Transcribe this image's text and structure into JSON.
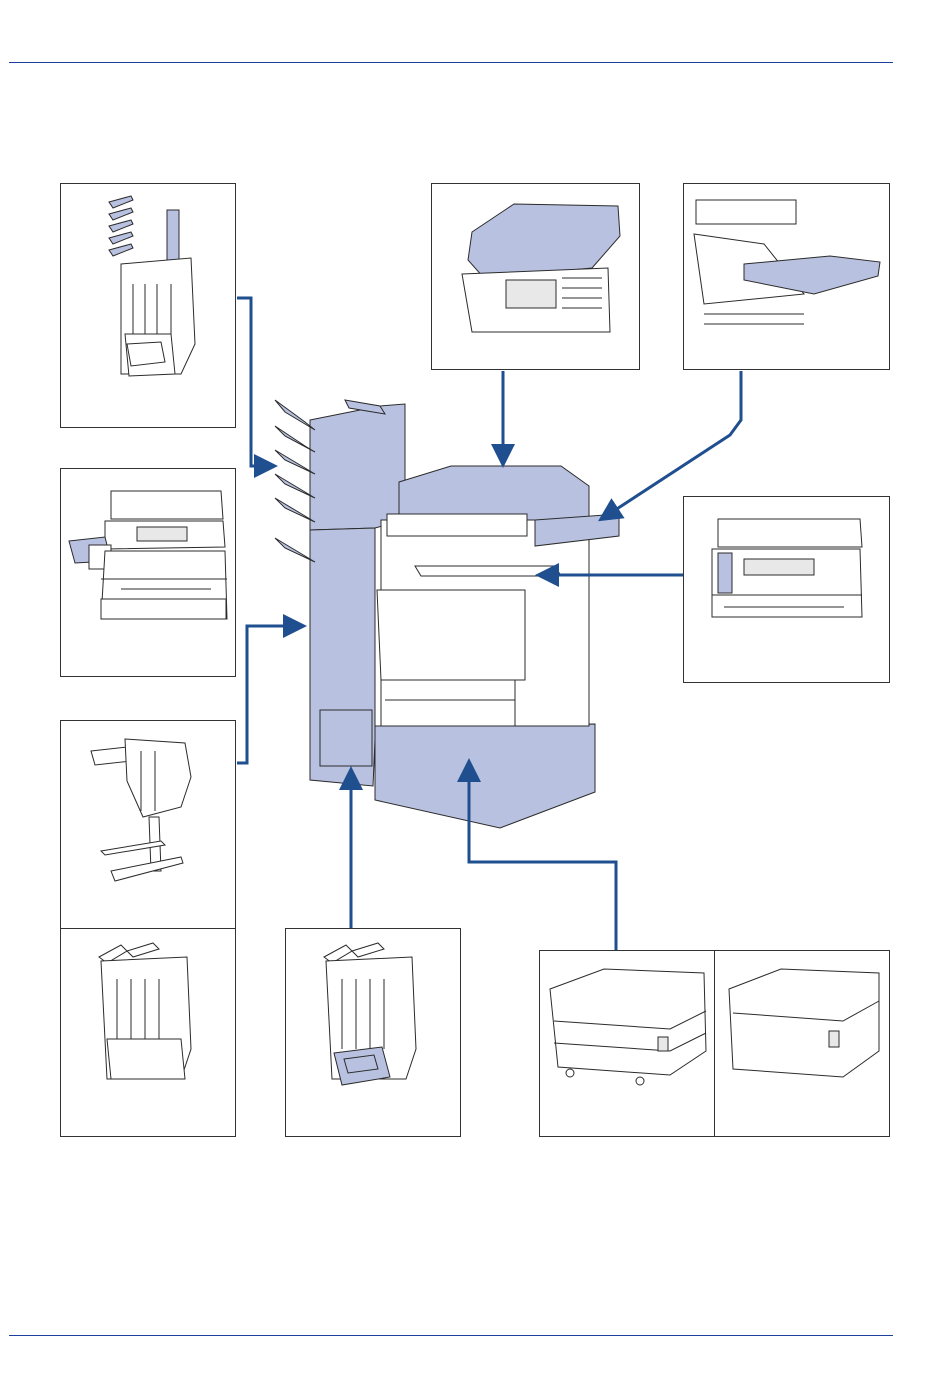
{
  "colors": {
    "rule": "#1f3f9f",
    "accent_fill": "#b8c2e0",
    "arrow": "#1f4f8f",
    "frame_border": "#333333"
  },
  "options": [
    {
      "id": "finisher-mailbox",
      "icon": "document-finisher-with-mailbox"
    },
    {
      "id": "inner-finisher",
      "icon": "inner-job-finisher"
    },
    {
      "id": "finisher-stand",
      "icon": "finisher-on-stand"
    },
    {
      "id": "finisher-standard",
      "icon": "document-finisher"
    },
    {
      "id": "finisher-stapler",
      "icon": "document-finisher-with-folding-unit"
    },
    {
      "id": "document-processor",
      "icon": "document-processor"
    },
    {
      "id": "keyboard-tray",
      "icon": "output-tray"
    },
    {
      "id": "job-separator",
      "icon": "job-separator"
    },
    {
      "id": "paper-feeder-drawers",
      "icon": "paper-feeder-two-drawers"
    },
    {
      "id": "large-capacity-feeder",
      "icon": "large-capacity-feeder"
    }
  ],
  "main_unit": {
    "icon": "copier-main-unit"
  }
}
